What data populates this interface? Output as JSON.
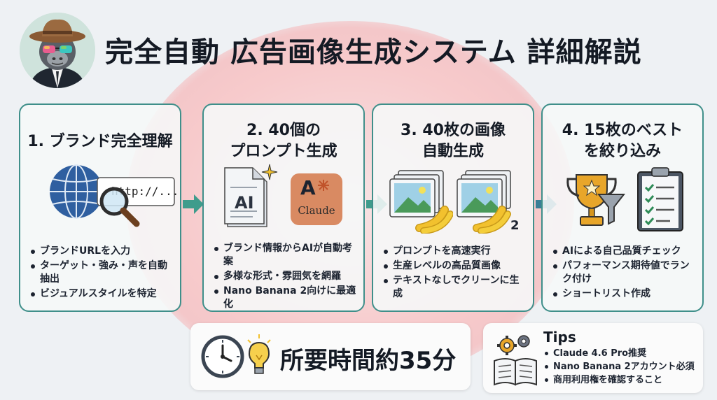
{
  "header": {
    "title": "完全自動 広告画像生成システム 詳細解説"
  },
  "steps": [
    {
      "title_lines": [
        "1. ブランド完全理解"
      ],
      "url_label": "http://...",
      "bullets": [
        "ブランドURLを入力",
        "ターゲット・強み・声を自動抽出",
        "ビジュアルスタイルを特定"
      ]
    },
    {
      "title_lines": [
        "2. 40個の",
        "プロンプト生成"
      ],
      "ai_label": "AI",
      "claude_label": "Claude",
      "bullets": [
        "ブランド情報からAIが自動考案",
        "多様な形式・雰囲気を網羅",
        "Nano Banana 2向けに最適化"
      ]
    },
    {
      "title_lines": [
        "3. 40枚の画像",
        "自動生成"
      ],
      "badge": "2",
      "bullets": [
        "プロンプトを高速実行",
        "生産レベルの高品質画像",
        "テキストなしでクリーンに生成"
      ]
    },
    {
      "title_lines": [
        "4. 15枚のベスト",
        "を絞り込み"
      ],
      "bullets": [
        "AIによる自己品質チェック",
        "パフォーマンス期待値でランク付け",
        "ショートリスト作成"
      ]
    }
  ],
  "time": {
    "label": "所要時間約35分"
  },
  "tips": {
    "title": "Tips",
    "items": [
      "Claude 4.6 Pro推奨",
      "Nano Banana 2アカウント必須",
      "商用利用権を確認すること"
    ]
  },
  "colors": {
    "card_border": "#3f8f8a",
    "arrow": "#3f9c8c",
    "claude_bg": "#d98a62",
    "banana": "#f2c12e",
    "trophy": "#e8a62a"
  },
  "icons": [
    "gorilla-avatar-icon",
    "globe-icon",
    "magnifier-icon",
    "ai-document-icon",
    "sparkle-icon",
    "claude-logo-icon",
    "image-stack-icon",
    "banana-icon",
    "trophy-icon",
    "funnel-icon",
    "checklist-icon",
    "clock-icon",
    "lightbulb-icon",
    "gears-icon",
    "book-icon"
  ]
}
